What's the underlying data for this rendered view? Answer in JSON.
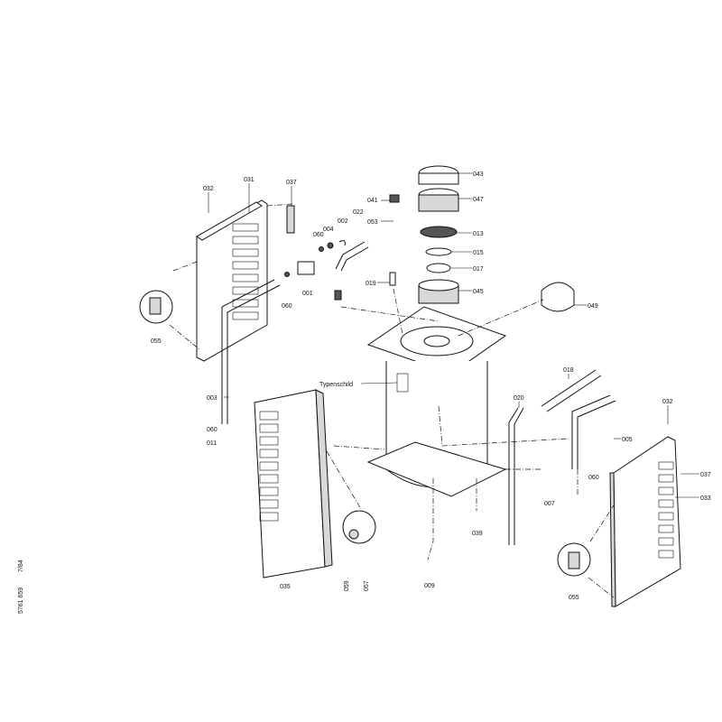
{
  "drawing_number": "5761 659",
  "date": "7/84",
  "labels": {
    "p032a": "032",
    "p031": "031",
    "p037a": "037",
    "p060a": "060",
    "p004": "004",
    "p002": "002",
    "p022": "022",
    "p041": "041",
    "p043": "043",
    "p047": "047",
    "p053": "053",
    "p013": "013",
    "p015": "015",
    "p017": "017",
    "p019": "019",
    "p045": "045",
    "p049": "049",
    "p001": "001",
    "p060b": "060",
    "p055a": "055",
    "p003": "003",
    "p060c": "060",
    "p011": "011",
    "typenschild": "Typenschild",
    "p018": "018",
    "p020": "020",
    "p005": "005",
    "p060d": "060",
    "p007": "007",
    "p032b": "032",
    "p037b": "037",
    "p033": "033",
    "p039": "039",
    "p035": "035",
    "p059": "059",
    "p057": "057",
    "p009": "009",
    "p055b": "055"
  }
}
